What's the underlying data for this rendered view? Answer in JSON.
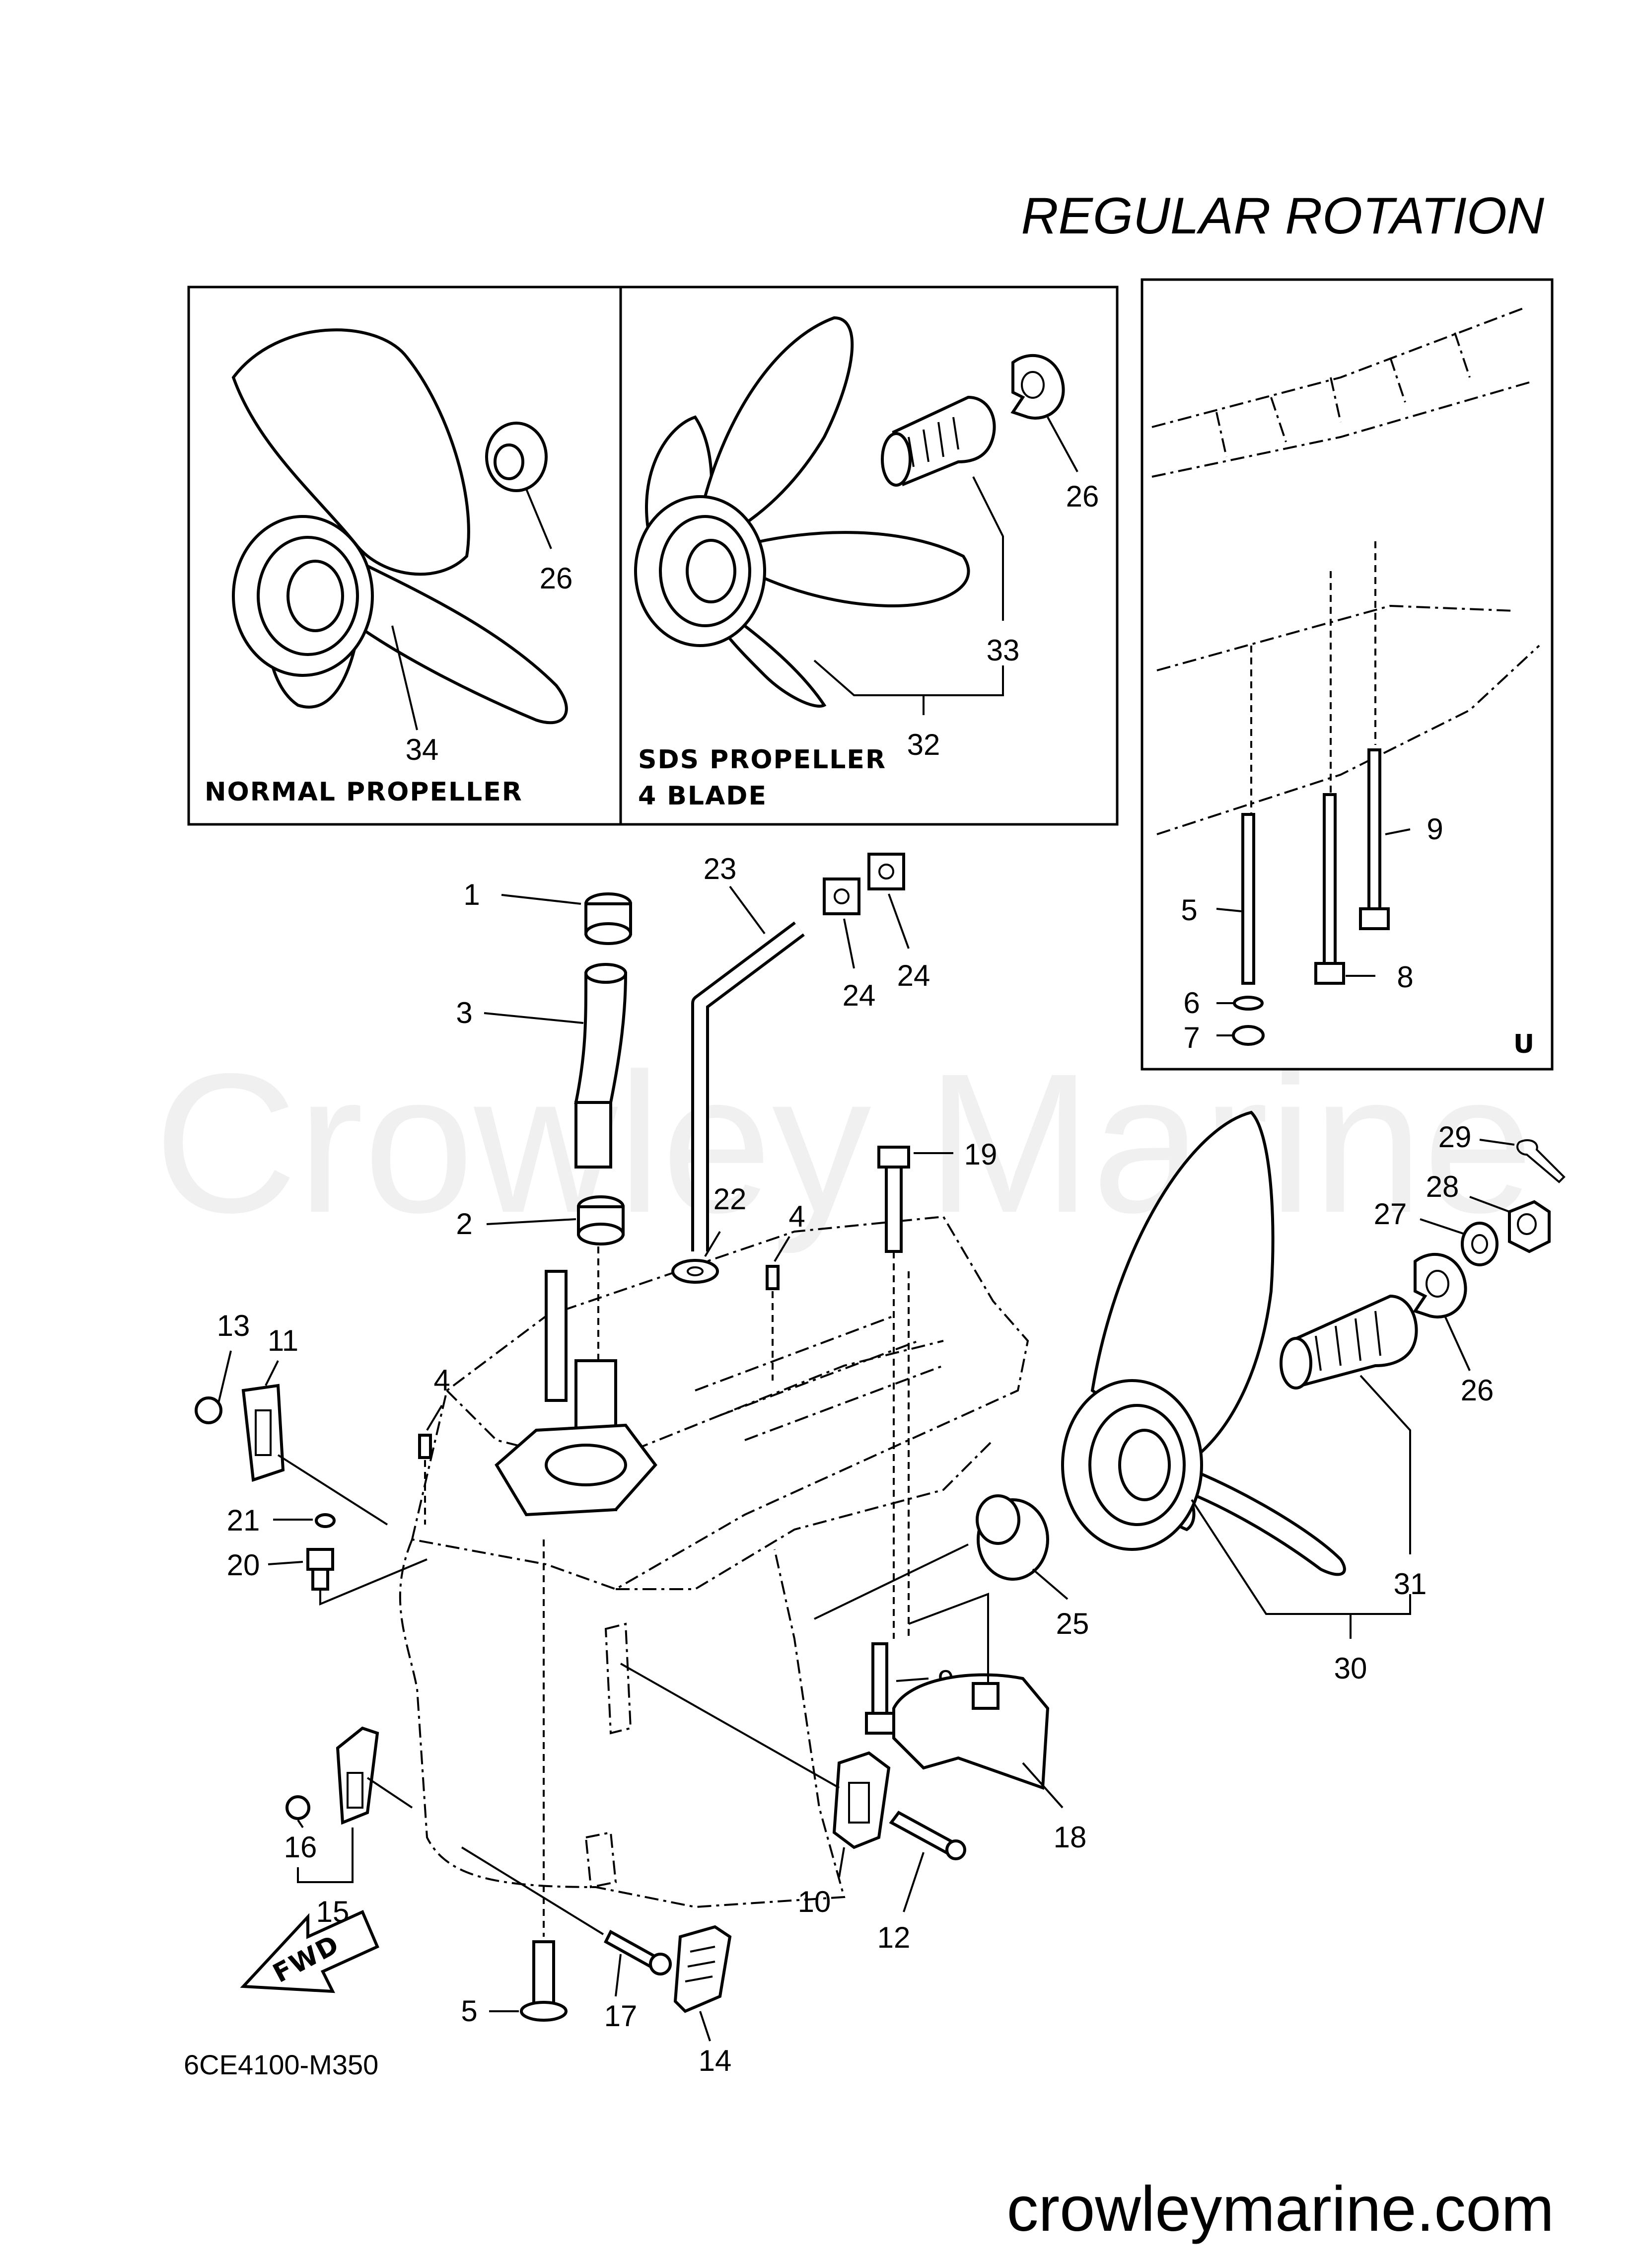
{
  "title": "REGULAR ROTATION",
  "watermark": "Crowley Marine",
  "website": "crowleymarine.com",
  "diagram_code": "6CE4100-M350",
  "inset_normal": {
    "caption": "NORMAL PROPELLER"
  },
  "inset_sds": {
    "caption_line1": "SDS PROPELLER",
    "caption_line2": "4 BLADE"
  },
  "inset_u": {
    "tag": "U"
  },
  "fwd_label": "FWD",
  "callouts": {
    "c1": "1",
    "c2": "2",
    "c3": "3",
    "c4a": "4",
    "c4b": "4",
    "c5a": "5",
    "c5b": "5",
    "c6": "6",
    "c7": "7",
    "c8": "8",
    "c9a": "9",
    "c9b": "9",
    "c10": "10",
    "c11": "11",
    "c12": "12",
    "c13": "13",
    "c14": "14",
    "c15": "15",
    "c16": "16",
    "c17": "17",
    "c18": "18",
    "c19": "19",
    "c20": "20",
    "c21": "21",
    "c22": "22",
    "c23": "23",
    "c24a": "24",
    "c24b": "24",
    "c25": "25",
    "c26a": "26",
    "c26b": "26",
    "c26c": "26",
    "c27": "27",
    "c28": "28",
    "c29": "29",
    "c30": "30",
    "c31": "31",
    "c32": "32",
    "c33": "33",
    "c34": "34"
  }
}
